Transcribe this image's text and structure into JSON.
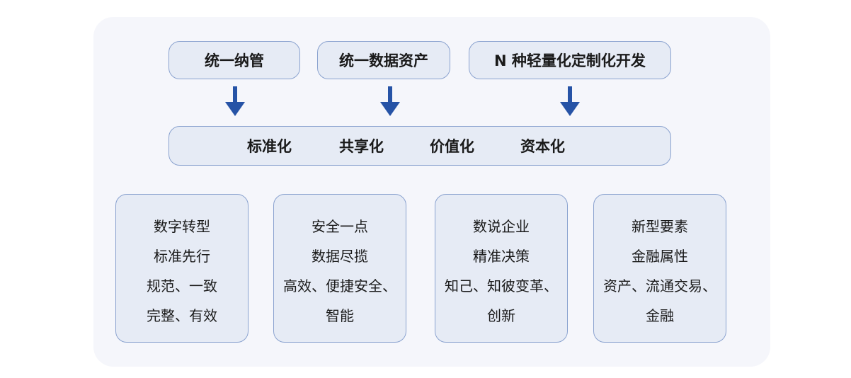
{
  "top_boxes": [
    "统一纳管",
    "统一数据资产",
    "N 种轻量化定制化开发"
  ],
  "middle": [
    "标准化",
    "共享化",
    "价值化",
    "资本化"
  ],
  "cards": [
    [
      "数字转型",
      "标准先行",
      "规范、一致",
      "完整、有效"
    ],
    [
      "安全一点",
      "数据尽揽",
      "高效、便捷安全、",
      "智能"
    ],
    [
      "数说企业",
      "精准决策",
      "知己、知彼变革、",
      "创新"
    ],
    [
      "新型要素",
      "金融属性",
      "资产、流通交易、",
      "金融"
    ]
  ],
  "colors": {
    "panel_bg": "#f5f6fb",
    "box_fill": "#e6ebf5",
    "box_border": "#8aa2cf",
    "arrow": "#2653a6"
  }
}
